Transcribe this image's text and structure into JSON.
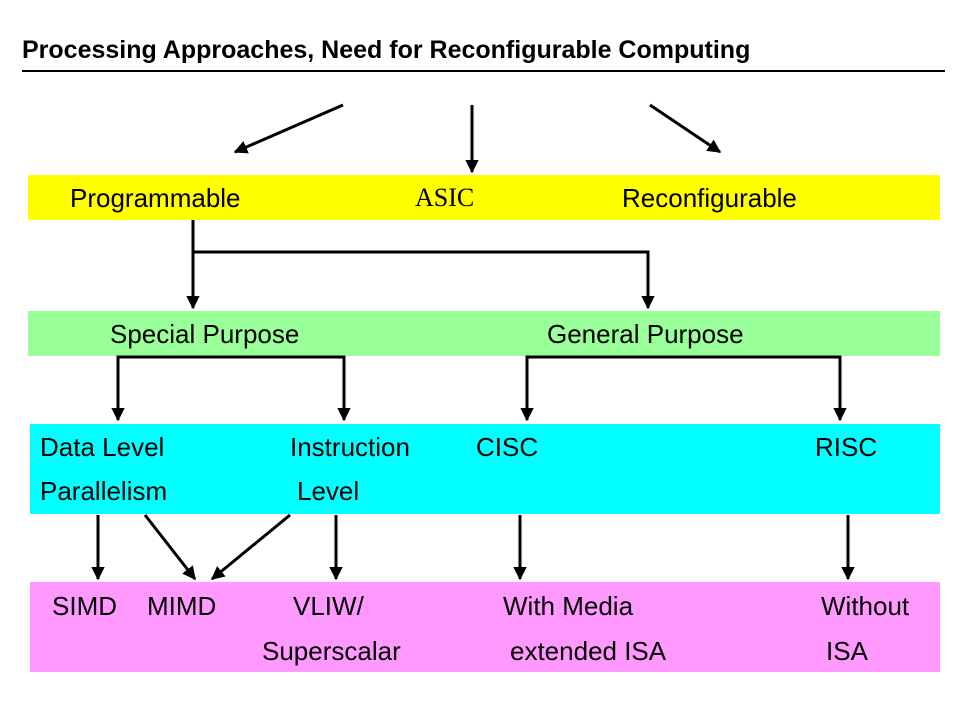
{
  "title": "Processing Approaches, Need for Reconfigurable Computing",
  "colors": {
    "yellow": "#ffff00",
    "green": "#99ff99",
    "cyan": "#00ffff",
    "magenta": "#ff99ff",
    "line": "#000000"
  },
  "level1": {
    "programmable": "Programmable",
    "asic": "ASIC",
    "reconfigurable": "Reconfigurable"
  },
  "level2": {
    "special": "Special Purpose",
    "general": "General Purpose"
  },
  "level3": {
    "dlp_line1": "Data Level",
    "dlp_line2": "Parallelism",
    "ilp_line1": "Instruction",
    "ilp_line2": "Level",
    "cisc": "CISC",
    "risc": "RISC"
  },
  "level4": {
    "simd": "SIMD",
    "mimd": "MIMD",
    "vliw_line1": "VLIW/",
    "vliw_line2": "Superscalar",
    "media_line1": "With Media",
    "media_line2": "extended ISA",
    "without_line1": "Without",
    "without_line2": "ISA"
  }
}
